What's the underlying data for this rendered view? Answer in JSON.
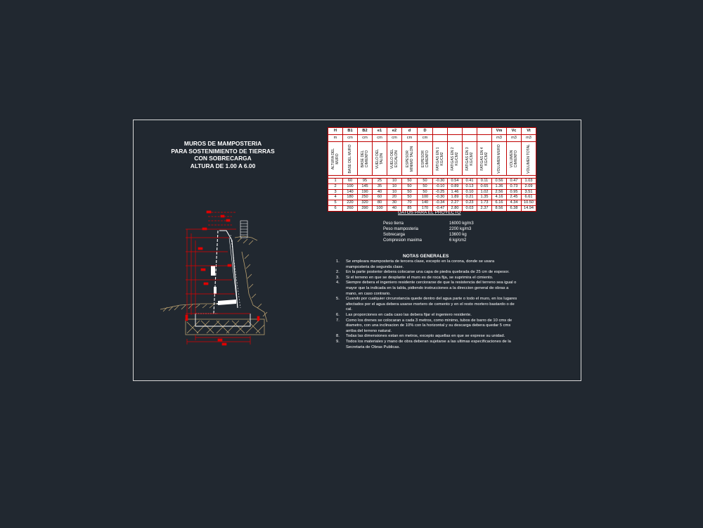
{
  "title": {
    "line1": "MUROS DE MAMPOSTERIA",
    "line2": "PARA SOSTENIMIENTO DE TIERRAS",
    "line3": "CON SOBRECARGA",
    "line4": "ALTURA DE 1.00 A 6.00"
  },
  "table": {
    "symbols": [
      "H",
      "B1",
      "B2",
      "e1",
      "e2",
      "d",
      "D",
      "",
      "",
      "",
      "",
      "Vm",
      "Vc",
      "Vt"
    ],
    "units": [
      "m",
      "cm",
      "cm",
      "cm",
      "cm",
      "cm",
      "cm",
      "",
      "",
      "",
      "",
      "m3",
      "m3",
      "m3"
    ],
    "descriptions": [
      "ALTURA DEL MURO",
      "BASE DEL MURO",
      "BASE DEL CIMIENTO",
      "VUELO DEL TALON",
      "VUELO DEL ESCALON",
      "ESPESOR MINIMO TALON",
      "ESPESOR CIMIENTO",
      "FATIGAS EN 1 KG/CM2",
      "FATIGAS EN 2 KG/CM2",
      "FATIGAS EN 3 KG/CM2",
      "FATIGAS EN 4 KG/CM2",
      "VOLUMEN MURO",
      "VOLUMEN CIMIENTO",
      "VOLUMEN TOTAL"
    ],
    "rows": [
      [
        "1",
        "60",
        "95",
        "25",
        "10",
        "50",
        "50",
        "-0.30",
        "0.54",
        "0.41",
        "0.11",
        "0.56",
        "0.47",
        "1.03"
      ],
      [
        "2",
        "100",
        "145",
        "35",
        "10",
        "50",
        "50",
        "-0.10",
        "0.89",
        "0.13",
        "0.65",
        "1.36",
        "0.73",
        "2.09"
      ],
      [
        "3",
        "140",
        "190",
        "40",
        "10",
        "50",
        "50",
        "-0.25",
        "1.46",
        "0.10",
        "1.02",
        "2.56",
        "0.95",
        "3.51"
      ],
      [
        "4",
        "180",
        "250",
        "60",
        "20",
        "50",
        "100",
        "-0.30",
        "1.89",
        "0.21",
        "1.35",
        "4.16",
        "2.45",
        "6.61"
      ],
      [
        "5",
        "220",
        "320",
        "80",
        "30",
        "70",
        "140",
        "-0.34",
        "2.27",
        "0.23",
        "1.73",
        "6.16",
        "4.34",
        "10.50"
      ],
      [
        "6",
        "260",
        "390",
        "100",
        "40",
        "85",
        "170",
        "-0.47",
        "2.80",
        "0.03",
        "2.37",
        "8.56",
        "6.38",
        "14.94"
      ]
    ]
  },
  "datos": {
    "title": "DATOS PARA EL PROYECTO",
    "items": [
      {
        "label": "Peso tierra",
        "value": "16000 kg/m3"
      },
      {
        "label": "Peso mamposteria",
        "value": "2200 kg/m3"
      },
      {
        "label": "Sobrecarga",
        "value": "13600 kg"
      },
      {
        "label": "Compresion maxima",
        "value": "6 kg/cm2"
      }
    ]
  },
  "notas": {
    "title": "NOTAS GENERALES",
    "items": [
      {
        "num": "1.",
        "text": "Se empleara mamposteria de tercera clase, excepto en la corona, donde se usara mamposteria de segunda clase."
      },
      {
        "num": "2.",
        "text": "En la parte posterior debera colocarse una capa de piedra quebrada de 25 cm de espesor."
      },
      {
        "num": "3.",
        "text": "Si el terreno en que se desplante el muro es de roca fija, se suprimira el cimiento."
      },
      {
        "num": "4.",
        "text": "Siempre debera el ingeniero residente cerciorarse de que la resistencia del terreno sea igual o mayor que la indicada en la tabla, pidiendo instrucciones a la direccion general de obras a mano, en caso contrario."
      },
      {
        "num": "5.",
        "text": "Cuando por cualquier circunstancia quede dentro del agua parte o todo el muro, en los lugares afectados por el agua debera usarse mortero de cemento y en el resto mortero bastardo o de cal."
      },
      {
        "num": "6.",
        "text": "Las proporciones en cada caso las debera fijar el ingeniero residente."
      },
      {
        "num": "7.",
        "text": "Como los drenes se colocaran a cada 3  metros, como minimo, tubos de barro de 10 cms de diametro, con una inclinacion de 10% con la horizontal y su descarga debera quedar 5 cms arriba del terreno natural."
      },
      {
        "num": "8.",
        "text": "Todas las dimensiones estan en metros, excepto aquellas en que se exprese su unidad."
      },
      {
        "num": "9.",
        "text": "Todos los materiales y mano de obra deberan sujetarse a las ultimas especificaciones de la Secretaria de Obras Publicas."
      }
    ]
  },
  "colors": {
    "background": "#212830",
    "frame": "#d8d8d8",
    "dimension": "#e00000",
    "ground": "#b8a070",
    "wall": "#ffffff"
  }
}
